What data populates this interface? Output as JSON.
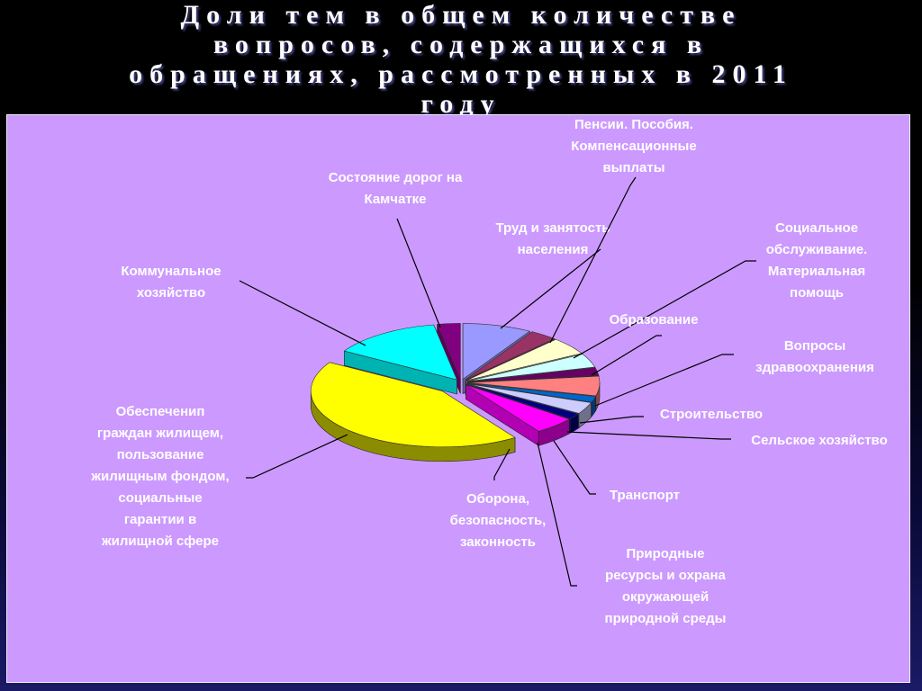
{
  "title_lines": [
    "Доли тем в общем количестве",
    "вопросов, содержащихся в",
    "обращениях, рассмотренных в 2011",
    "году"
  ],
  "chart_data": {
    "type": "pie",
    "title": "Доли тем в общем количестве вопросов, содержащихся в обращениях, рассмотренных в 2011 году",
    "legend": "none",
    "slices": [
      {
        "label_lines": [
          "Труд и занятость",
          "населения"
        ],
        "value": 7.5,
        "color": "#9999ff"
      },
      {
        "label_lines": [
          "Пенсии. Пособия.",
          "Компенсационные",
          "выплаты"
        ],
        "value": 3.0,
        "color": "#993366"
      },
      {
        "label_lines": [
          "Социальное",
          "обслуживание.",
          "Материальная",
          "помощь"
        ],
        "value": 4.5,
        "color": "#ffffcc"
      },
      {
        "label_lines": [
          "Образование"
        ],
        "value": 3.5,
        "color": "#ccffff"
      },
      {
        "label_lines": [
          "Вопросы",
          "здравоохранения"
        ],
        "value": 2.0,
        "color": "#660066"
      },
      {
        "label_lines": [
          "Строительство"
        ],
        "value": 5.0,
        "color": "#ff8080"
      },
      {
        "label_lines": [
          "Сельское хозяйство"
        ],
        "value": 1.5,
        "color": "#0066cc"
      },
      {
        "label_lines": [
          "Транспорт"
        ],
        "value": 3.0,
        "color": "#ccccff"
      },
      {
        "label_lines": [
          "Природные",
          "ресурсы и охрана",
          "окружающей",
          "природной среды"
        ],
        "value": 1.5,
        "color": "#000080"
      },
      {
        "label_lines": [
          "Оборона,",
          "безопасность,",
          "законность"
        ],
        "value": 4.5,
        "color": "#ff00ff"
      },
      {
        "label_lines": [
          "Обеспеченип",
          "граждан жилищем,",
          "пользование",
          "жилищным фондом,",
          "социальные",
          "гарантии в",
          "жилищной сфере"
        ],
        "value": 38.0,
        "color": "#ffff00"
      },
      {
        "label_lines": [
          "Коммунальное",
          "хозяйство"
        ],
        "value": 12.0,
        "color": "#00ffff"
      },
      {
        "label_lines": [
          "Состояние дорог на",
          "Камчатке"
        ],
        "value": 2.5,
        "color": "#800080"
      }
    ]
  }
}
